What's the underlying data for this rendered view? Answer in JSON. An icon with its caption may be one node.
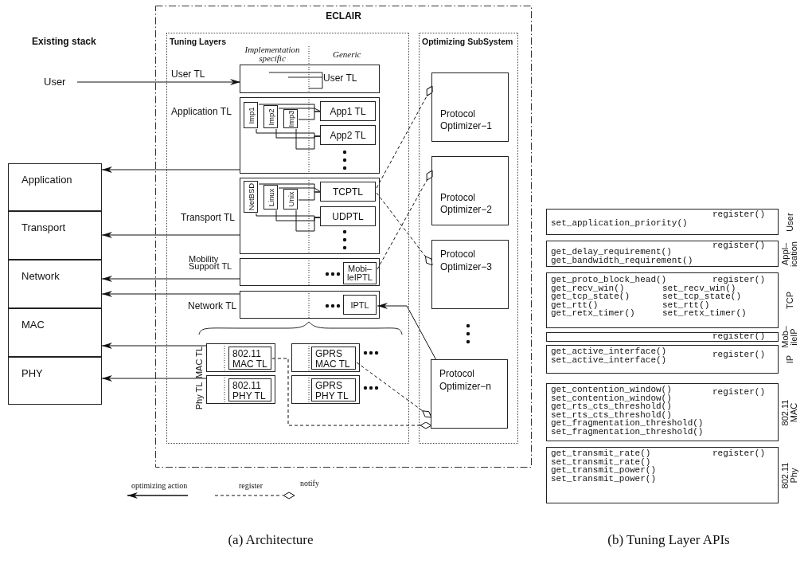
{
  "diagram": {
    "nodes": [
      {
        "text": [
          "User"
        ]
      },
      {
        "text": [
          "Application"
        ]
      },
      {
        "text": [
          "Transport"
        ]
      },
      {
        "text": [
          "Network"
        ]
      },
      {
        "text": [
          "MAC"
        ]
      },
      {
        "text": [
          "PHY"
        ]
      },
      {
        "text": [
          "ECLAIR"
        ]
      },
      {
        "text": [
          "Tuning Layers"
        ],
        "in": 6
      },
      {
        "text": [
          "User TL"
        ],
        "in": 7
      },
      {
        "text": [],
        "shape": "box",
        "in": 7
      },
      {
        "text": [
          "Imp1"
        ],
        "in": 9
      },
      {
        "text": [
          "Imp2"
        ],
        "in": 9
      },
      {
        "text": [
          "Imp3"
        ],
        "in": 9
      },
      {
        "text": [
          "App1 TL"
        ],
        "in": 9
      },
      {
        "text": [
          "App2 TL"
        ],
        "in": 9
      },
      {
        "text": [],
        "shape": "box",
        "in": 7
      },
      {
        "text": [
          "NetBSD"
        ],
        "in": 15
      },
      {
        "text": [
          "Linux"
        ],
        "in": 15
      },
      {
        "text": [
          "Unix"
        ],
        "in": 15
      },
      {
        "text": [
          "TCPTL"
        ],
        "in": 15
      },
      {
        "text": [
          "UDPTL"
        ],
        "in": 15
      },
      {
        "text": [],
        "shape": "box",
        "in": 7
      },
      {
        "text": [
          "Mobi– leIPTL"
        ],
        "in": 21
      },
      {
        "text": [],
        "shape": "box",
        "in": 7
      },
      {
        "text": [
          "IPTL"
        ],
        "in": 23
      },
      {
        "text": [],
        "shape": "box",
        "in": 7
      },
      {
        "text": [
          "802.11 MAC TL"
        ],
        "in": 25
      },
      {
        "text": [],
        "shape": "box",
        "in": 7
      },
      {
        "text": [
          "GPRS MAC TL"
        ],
        "in": 27
      },
      {
        "text": [],
        "shape": "box",
        "in": 7
      },
      {
        "text": [
          "802.11 PHY TL"
        ],
        "in": 29
      },
      {
        "text": [],
        "shape": "box",
        "in": 7
      },
      {
        "text": [
          "GPRS PHY TL"
        ],
        "in": 31
      },
      {
        "text": [
          "Optimizing SubSystem"
        ],
        "in": 6
      },
      {
        "text": [
          "Protocol Optimizer−1"
        ],
        "in": 33
      },
      {
        "text": [
          "Protocol Optimizer−2"
        ],
        "in": 33
      },
      {
        "text": [
          "Protocol Optimizer−3"
        ],
        "in": 33
      },
      {
        "text": [
          "Protocol Optimizer−n"
        ],
        "in": 33
      },
      {
        "text": [
          "register()",
          "set_application_priority()"
        ],
        "beside": [
          "User"
        ]
      },
      {
        "text": [
          "register()",
          "get_delay_requirement()",
          "get_bandwidth_requirement()"
        ],
        "beside": [
          "Appl– ication"
        ]
      },
      {
        "text": [
          "get_proto_block_head()",
          "register()",
          "get_recv_win()",
          "set_recv_win()",
          "get_tcp_state()",
          "set_tcp_state()",
          "get_rtt()",
          "set_rtt()",
          "get_retx_timer()",
          "set_retx_timer()"
        ],
        "beside": [
          "TCP"
        ]
      },
      {
        "text": [
          "register()"
        ],
        "beside": [
          "Mob– ileIP"
        ]
      },
      {
        "text": [
          "get_active_interface()",
          "register()",
          "set_active_interface()"
        ],
        "beside": [
          "IP"
        ]
      },
      {
        "text": [
          "get_contention_window()",
          "register()",
          "set_contention_window()",
          "get_rts_cts_threshold()",
          "set_rts_cts_threshold()",
          "get_fragmentation_threshold()",
          "set_fragmentation_threshold()"
        ],
        "beside": [
          "802.11 MAC"
        ]
      },
      {
        "text": [
          "get_transmit_rate()",
          "register()",
          "set_transmit_rate()",
          "get_transmit_power()",
          "set_transmit_power()"
        ],
        "beside": [
          "802.11 Phy"
        ]
      }
    ],
    "edges": [
      {
        "from": 0,
        "to": 8,
        "arrow": "to"
      },
      {
        "from": 9,
        "to": 1,
        "arrow": "to"
      },
      {
        "from": 15,
        "to": 2,
        "arrow": "to"
      },
      {
        "from": 21,
        "to": 3,
        "arrow": "to"
      },
      {
        "from": 23,
        "to": 3,
        "arrow": "to"
      },
      {
        "from": 25,
        "to": 4,
        "arrow": "to"
      },
      {
        "from": 29,
        "to": 5,
        "arrow": "to"
      },
      {
        "from": 37,
        "to": 24,
        "arrow": "to"
      },
      {
        "from": 19,
        "to": 34,
        "arrow": "other",
        "style": "dashed"
      },
      {
        "from": 22,
        "to": 35,
        "arrow": "other",
        "style": "dashed"
      },
      {
        "from": 19,
        "to": 36,
        "arrow": "other",
        "style": "dashed"
      },
      {
        "from": 28,
        "to": 37,
        "arrow": "other",
        "style": "dashed"
      },
      {
        "from": 26,
        "to": 37,
        "arrow": "other",
        "style": "dashed"
      },
      {
        "from": 10,
        "to": 13,
        "arrow": "none"
      },
      {
        "from": 11,
        "to": 13,
        "arrow": "none"
      },
      {
        "from": 12,
        "to": 13,
        "arrow": "none"
      },
      {
        "from": 16,
        "to": 19,
        "arrow": "none"
      },
      {
        "from": 17,
        "to": 19,
        "arrow": "none"
      },
      {
        "from": 18,
        "to": 19,
        "arrow": "none"
      },
      {
        "from": 10,
        "to": 14,
        "arrow": "none"
      },
      {
        "from": 11,
        "to": 14,
        "arrow": "none"
      },
      {
        "from": 12,
        "to": 14,
        "arrow": "none"
      },
      {
        "from": 16,
        "to": 20,
        "arrow": "none"
      },
      {
        "from": 17,
        "to": 20,
        "arrow": "none"
      },
      {
        "from": 18,
        "to": 20,
        "arrow": "none"
      }
    ],
    "labels": [
      "Existing stack",
      "Implementation specific",
      "Generic",
      "User TL",
      "Application TL",
      "Transport TL",
      "Mobility Support TL",
      "Network TL",
      "MAC TL",
      "Phy TL",
      "(a) Architecture",
      "(b) Tuning Layer APIs"
    ],
    "legend": [
      {
        "text": "optimizing action"
      },
      {
        "text": "register"
      },
      {
        "text": "notify"
      }
    ]
  }
}
